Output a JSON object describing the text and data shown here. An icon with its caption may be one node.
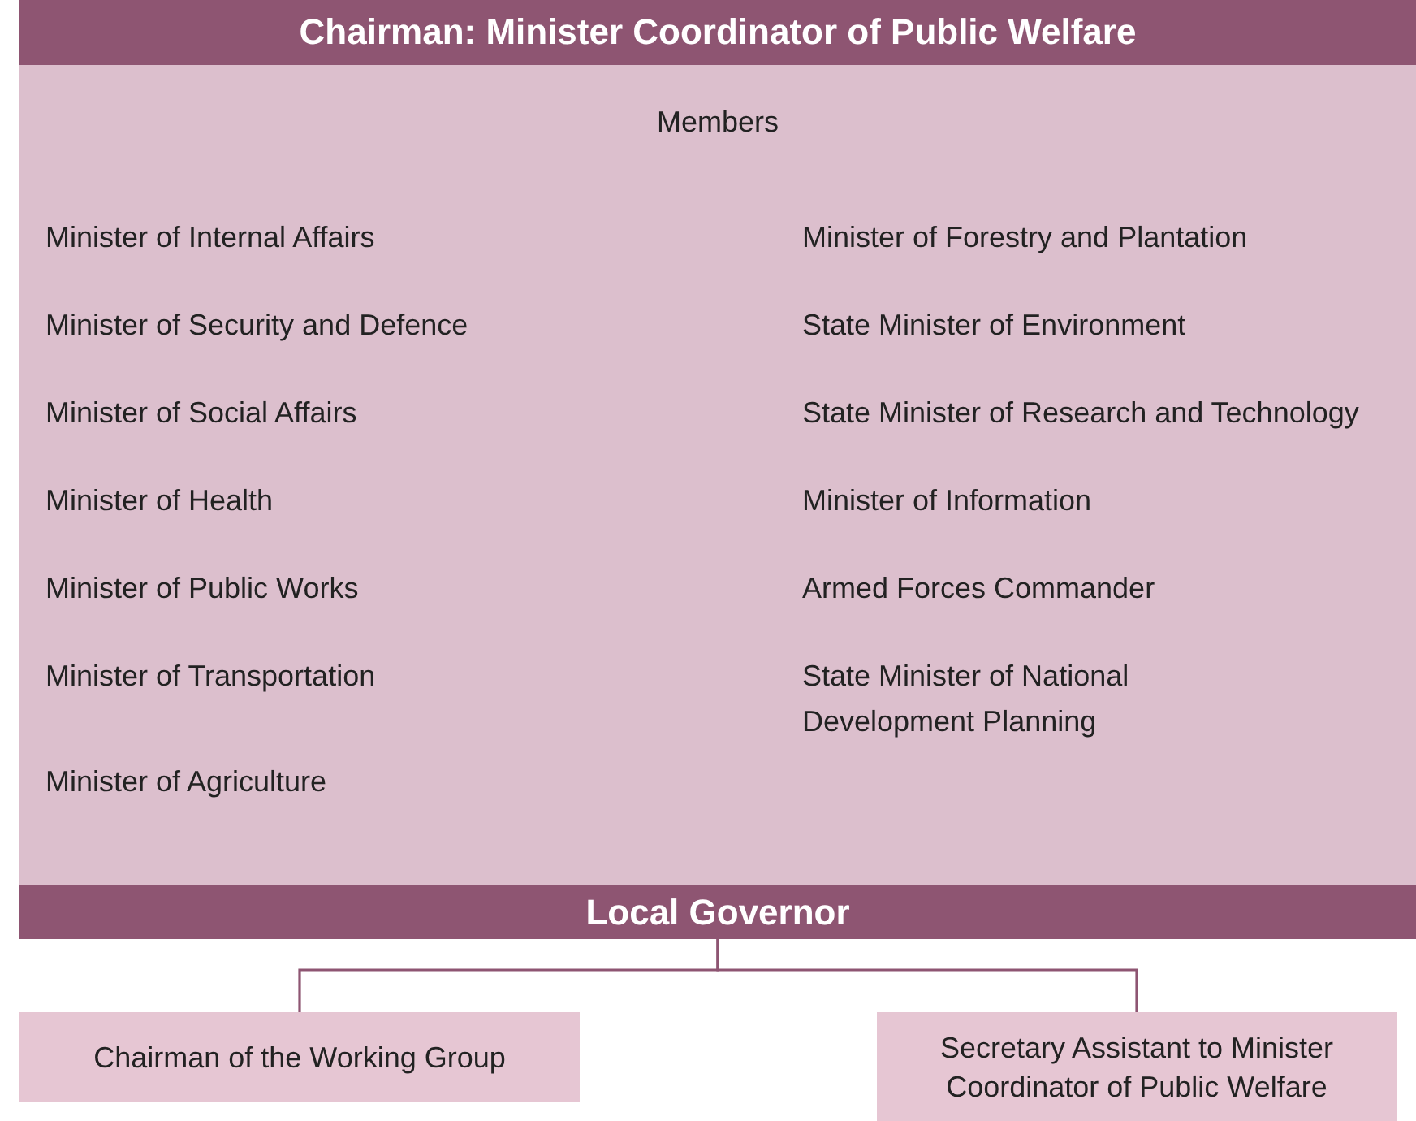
{
  "diagram": {
    "nodes": [
      {
        "text": [
          "Chairman: Minister Coordinator of Public Welfare"
        ]
      },
      {
        "text": [
          "Members",
          "Minister of Internal Affairs",
          "Minister of Forestry and Plantation",
          "Minister of Security and Defence",
          "State Minister of Environment",
          "Minister of Social Affairs",
          "State Minister of Research and Technology",
          "Minister of Health",
          "Minister of Information",
          "Minister of Public Works",
          "Armed Forces Commander",
          "Minister of Transportation",
          "State Minister of National Development Planning",
          "Minister of Agriculture"
        ]
      },
      {
        "text": [
          "Local Governor"
        ]
      },
      {
        "text": [
          "Chairman of the Working Group"
        ]
      },
      {
        "text": [
          "Secretary Assistant to Minister Coordinator of Public Welfare"
        ]
      }
    ],
    "edges": [
      {
        "from": 2,
        "to": 3,
        "arrow": "none"
      },
      {
        "from": 2,
        "to": 4,
        "arrow": "none"
      }
    ]
  }
}
